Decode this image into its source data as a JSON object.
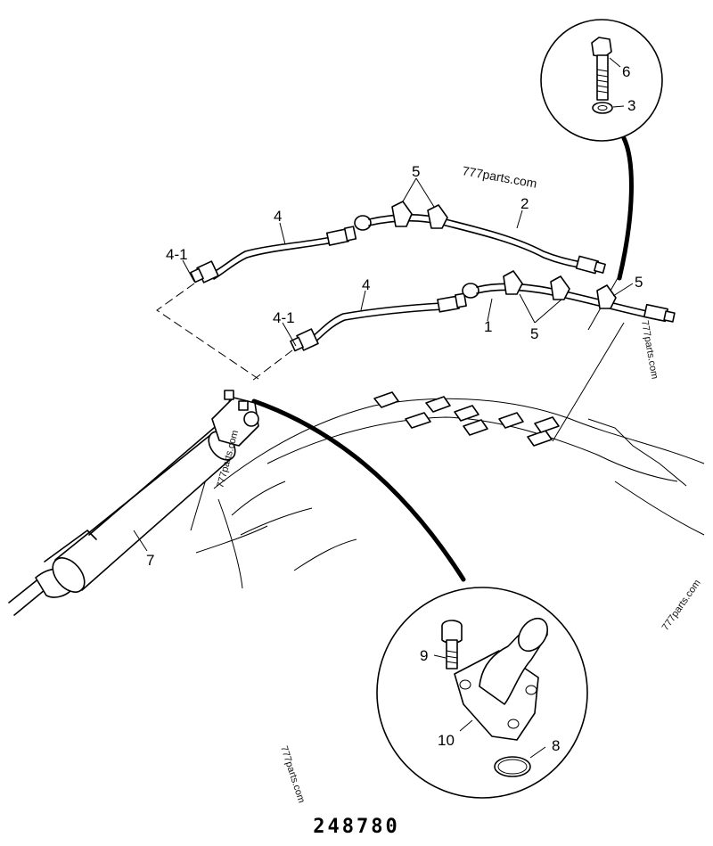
{
  "callouts": {
    "c1": "1",
    "c2": "2",
    "c3": "3",
    "c4_top": "4",
    "c4_bottom": "4",
    "c4_1_top": "4-1",
    "c4_1_bottom": "4-1",
    "c5_top": "5",
    "c5_right": "5",
    "c5_bottom": "5",
    "c6": "6",
    "c7": "7",
    "c8": "8",
    "c9": "9",
    "c10": "10"
  },
  "watermarks": {
    "wm_top": "777parts.com",
    "wm_right": "777parts.com",
    "wm_cylinder": "777parts.com",
    "wm_far_right": "777parts.com",
    "wm_bottom": "777parts.com"
  },
  "part_number": "248780"
}
